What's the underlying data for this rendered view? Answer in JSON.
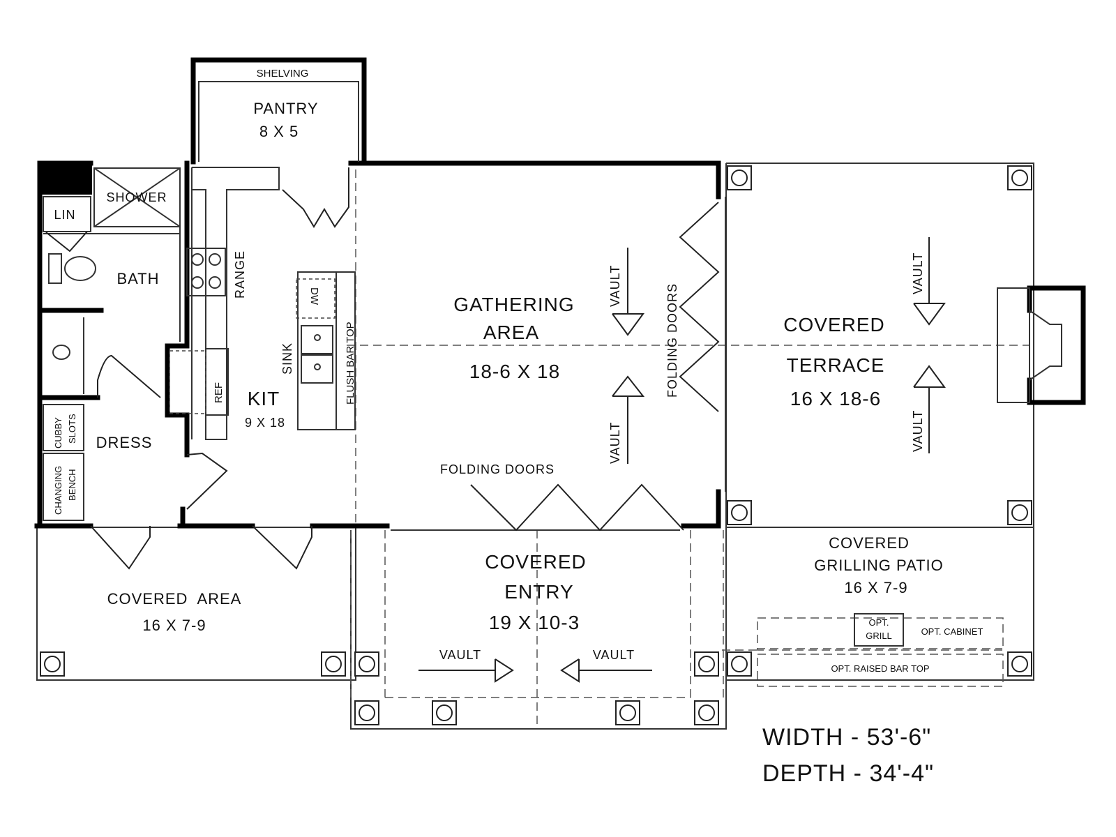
{
  "rooms": {
    "pantry": {
      "name": "PANTRY",
      "size": "8 X 5",
      "note": "SHELVING"
    },
    "shower": "SHOWER",
    "lin": "LIN",
    "bath": "BATH",
    "dress": "DRESS",
    "cubby": [
      "CUBBY",
      "SLOTS"
    ],
    "bench": [
      "CHANGING",
      "BENCH"
    ],
    "kitchen": {
      "name": "KIT",
      "size": "9 X 18",
      "range": "RANGE",
      "sink": "SINK",
      "dw": "DW",
      "ref": "REF",
      "bar": "FLUSH BAR TOP"
    },
    "gathering": {
      "name1": "GATHERING",
      "name2": "AREA",
      "size": "18-6 X 18",
      "folding_side": "FOLDING DOORS",
      "folding_front": "FOLDING DOORS"
    },
    "terrace": {
      "name1": "COVERED",
      "name2": "TERRACE",
      "size": "16 X 18-6"
    },
    "covered_area": {
      "name": "COVERED  AREA",
      "size": "16 X 7-9"
    },
    "entry": {
      "name1": "COVERED",
      "name2": "ENTRY",
      "size": "19 X 10-3"
    },
    "grilling": {
      "name1": "COVERED",
      "name2": "GRILLING PATIO",
      "size": "16 X 7-9",
      "grill1": "OPT.",
      "grill2": "GRILL",
      "cabinet": "OPT. CABINET",
      "bar": "OPT. RAISED BAR TOP"
    }
  },
  "vault_label": "VAULT",
  "dimensions": {
    "width": "WIDTH - 53'-6\"",
    "depth": "DEPTH - 34'-4\""
  }
}
